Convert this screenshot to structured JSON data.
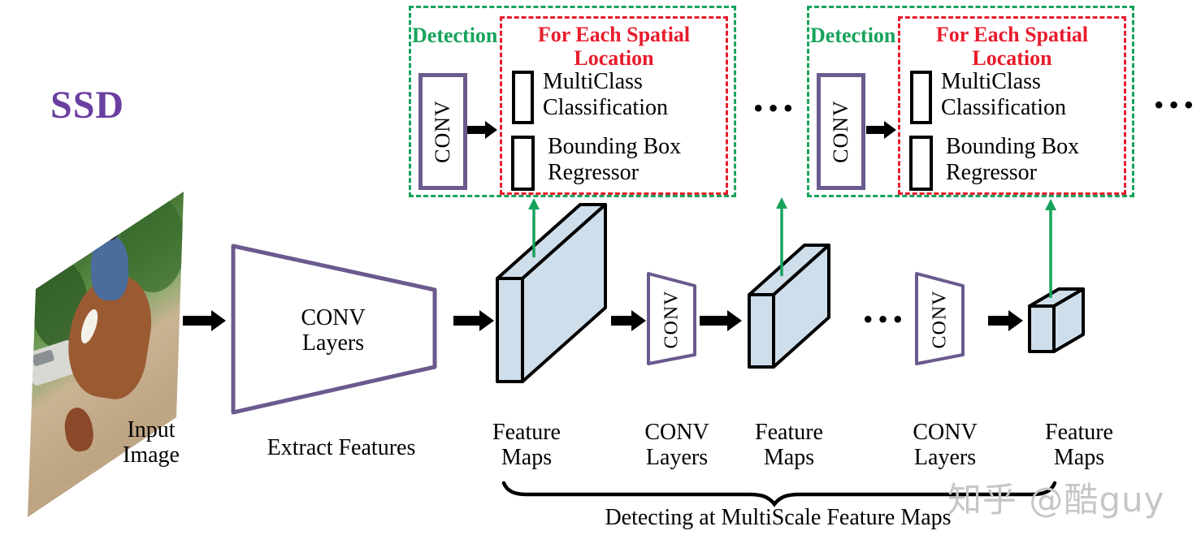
{
  "title": "SSD",
  "watermark": "知乎 @酷guy",
  "ellipsis": "•••",
  "input_image": {
    "line1": "Input",
    "line2": "Image"
  },
  "backbone": {
    "line1": "CONV",
    "line2": "Layers",
    "caption": "Extract Features"
  },
  "detection": {
    "panel_label": "Detection",
    "conv_label": "CONV",
    "spatial_title_line1": "For Each Spatial",
    "spatial_title_line2": "Location",
    "multiclass_line1": "MultiClass",
    "multiclass_line2": "Classification",
    "bbox_line1": "Bounding Box",
    "bbox_line2": "Regressor"
  },
  "flow_labels": {
    "feature_maps_line1": "Feature",
    "feature_maps_line2": "Maps",
    "conv_layers_line1": "CONV",
    "conv_layers_line2": "Layers"
  },
  "brace_caption": "Detecting at MultiScale Feature Maps",
  "colors": {
    "green": "#17a35b",
    "red": "#e81c2c",
    "purple": "#6a5a8e",
    "title_purple": "#6a3fa0",
    "feature_map_fill": "#cfdeeb"
  }
}
